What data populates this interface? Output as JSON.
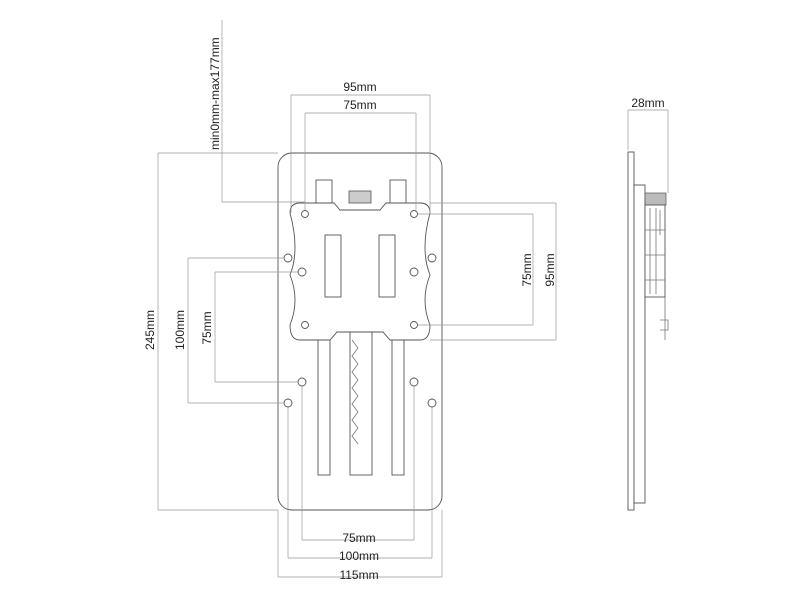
{
  "dimensions": {
    "top_outer": "95mm",
    "top_inner": "75mm",
    "adjust_range": "min0mm-max177mm",
    "total_height": "245mm",
    "left_outer": "100mm",
    "left_inner": "75mm",
    "right_inner": "75mm",
    "right_outer": "95mm",
    "bottom_inner": "75mm",
    "bottom_mid": "100mm",
    "bottom_outer": "115mm",
    "side_depth": "28mm"
  },
  "colors": {
    "line": "#777777",
    "text": "#222222"
  }
}
